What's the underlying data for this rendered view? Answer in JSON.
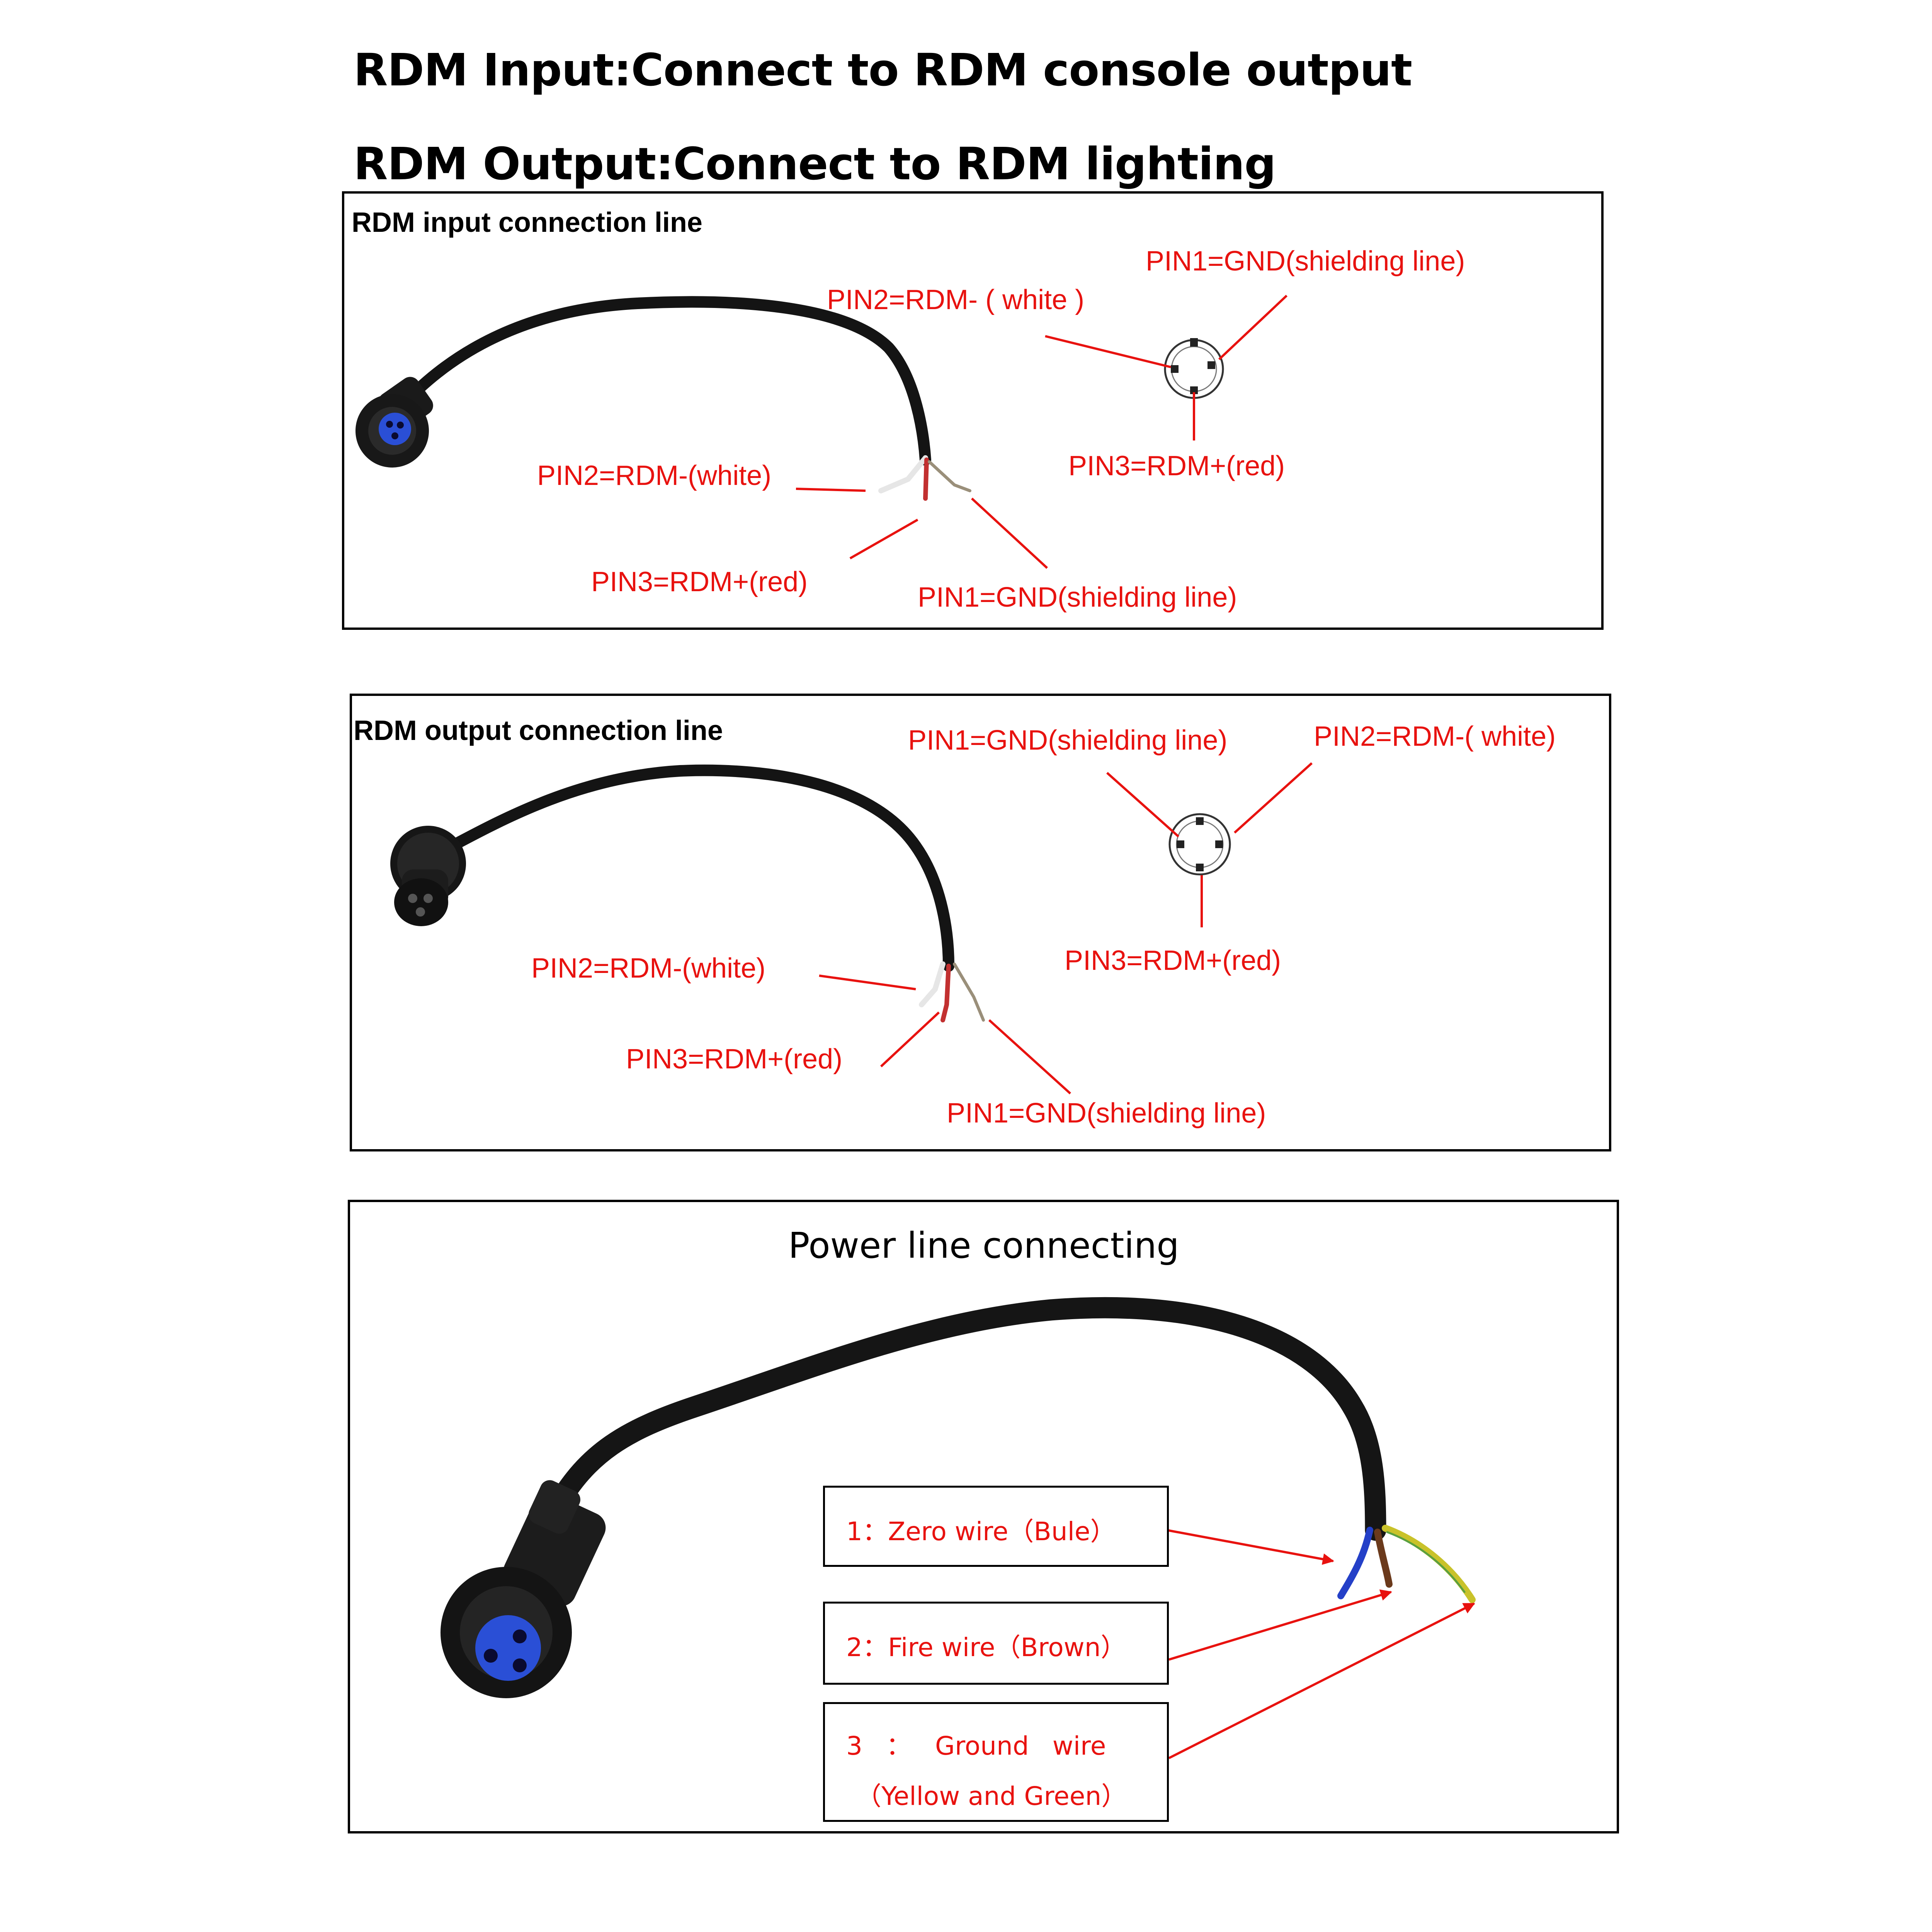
{
  "header": {
    "line1": "RDM Input:Connect to RDM console output",
    "line2": "RDM Output:Connect to RDM lighting"
  },
  "input_panel": {
    "title": "RDM input connection line",
    "diagram_pin2": "PIN2=RDM- ( white )",
    "diagram_pin1": "PIN1=GND(shielding line)",
    "diagram_pin3": "PIN3=RDM+(red)",
    "wire_pin2": "PIN2=RDM-(white)",
    "wire_pin3": "PIN3=RDM+(red)",
    "wire_pin1": "PIN1=GND(shielding line)"
  },
  "output_panel": {
    "title": "RDM output connection line",
    "diagram_pin1": "PIN1=GND(shielding line)",
    "diagram_pin2": "PIN2=RDM-( white)",
    "diagram_pin3": "PIN3=RDM+(red)",
    "wire_pin2": "PIN2=RDM-(white)",
    "wire_pin3": "PIN3=RDM+(red)",
    "wire_pin1": "PIN1=GND(shielding line)"
  },
  "power_panel": {
    "title": "Power line connecting",
    "label1": "1：Zero wire（Bule）",
    "label2": "2：Fire wire（Brown）",
    "label3_line1": "3 ： Ground wire",
    "label3_line2": "（Yellow and Green）"
  },
  "colors": {
    "label_red": "#e8120f",
    "cable_black": "#141414",
    "connector_blue": "#2a4fd6",
    "wire_blue": "#2440c8",
    "wire_brown": "#6b3a1c",
    "wire_yellow_green": "#c9c22a"
  }
}
